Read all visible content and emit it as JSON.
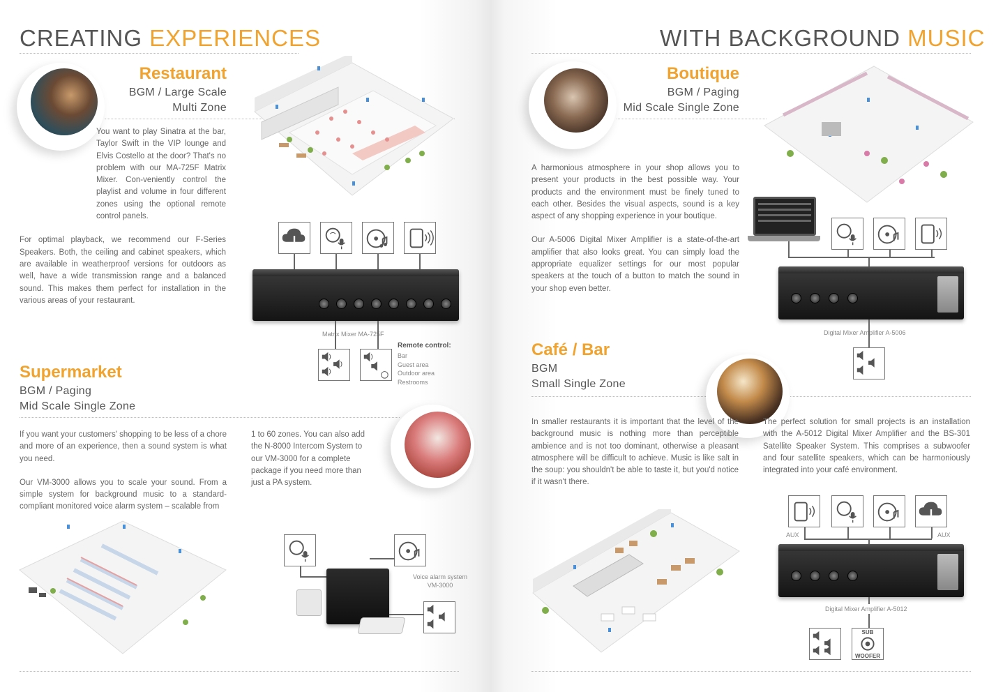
{
  "left_page": {
    "heading": {
      "plain": "CREATING ",
      "accent": "EXPERIENCES"
    },
    "restaurant": {
      "title": "Restaurant",
      "sub1": "BGM / Large Scale",
      "sub2": "Multi Zone",
      "para1": "You want to play Sinatra at the bar, Taylor Swift in the VIP lounge and Elvis Costello at the door? That's no problem with our MA-725F Matrix Mixer. Con-veniently control the playlist and volume in four different zones using the optional remote control panels.",
      "para2": "For optimal playback, we recommend our F-Series Speakers. Both, the ceiling and cabinet speakers, which are available in weatherproof versions for outdoors as well, have a wide transmission range and a balanced sound. This makes them perfect for installation in the various areas of your restaurant.",
      "device_caption": "Matrix Mixer MA-725F",
      "remote_title": "Remote control:",
      "remote_items": [
        "Bar",
        "Guest area",
        "Outdoor area",
        "Restrooms"
      ]
    },
    "supermarket": {
      "title": "Supermarket",
      "sub1": "BGM / Paging",
      "sub2": "Mid Scale Single Zone",
      "col1_p1": "If you want your customers' shopping to be less of a chore and more of an experience, then a sound system is what you need.",
      "col1_p2": "Our VM-3000 allows you to scale your sound. From a simple system for background music to a standard-compliant monitored voice alarm system – scalable from",
      "col2": "1 to 60 zones. You can also add the N-8000 Intercom System to our VM-3000 for a complete package if you need more than just a PA system.",
      "caption1": "Voice alarm system",
      "caption2": "VM-3000"
    }
  },
  "right_page": {
    "heading": {
      "plain": "WITH BACKGROUND ",
      "accent": "MUSIC"
    },
    "boutique": {
      "title": "Boutique",
      "sub1": "BGM / Paging",
      "sub2": "Mid Scale Single Zone",
      "para1": "A harmonious atmosphere in your shop allows you to present your products in the best possible way. Your products and the environment must be finely tuned to each other. Besides the visual aspects, sound is a key aspect of any shopping experience in your boutique.",
      "para2": "Our A-5006 Digital Mixer Amplifier is a state-of-the-art amplifier that also looks great. You can simply load the appropriate equalizer settings for our most popular speakers at the touch of a button to match the sound in your shop even better.",
      "device_caption": "Digital Mixer Amplifier A-5006"
    },
    "cafe": {
      "title": "Café / Bar",
      "sub1": "BGM",
      "sub2": "Small Single Zone",
      "col1": "In smaller restaurants it is important that the level of the background music is nothing more than perceptible ambience and is not too dominant, otherwise a pleasant atmosphere will be difficult to achieve. Music is like salt in the soup: you shouldn't be able to taste it, but you'd notice if it wasn't there.",
      "col2": "The perfect solution for small projects is an installation with the A-5012 Digital Mixer Amplifier and the BS-301 Satellite Speaker System. This comprises a subwoofer and four satellite speakers, which can be harmoniously integrated into your café environment.",
      "aux_left": "AUX",
      "aux_right": "AUX",
      "device_caption": "Digital Mixer Amplifier A-5012",
      "sub_label1": "SUB",
      "sub_label2": "WOOFER"
    }
  },
  "colors": {
    "accent": "#f0a32e",
    "text": "#555555",
    "device": "#1e1e1e"
  },
  "icons": [
    "cloud-download-icon",
    "voice-mic-icon",
    "cd-music-icon",
    "tablet-wireless-icon",
    "speaker-group-icon"
  ]
}
